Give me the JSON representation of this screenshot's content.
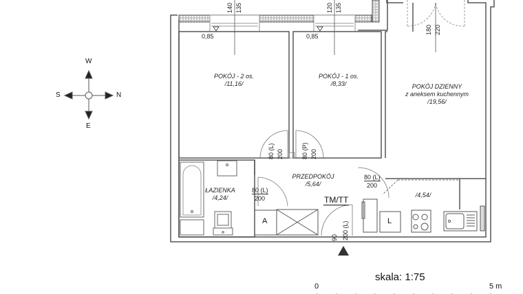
{
  "compass": {
    "top": "W",
    "left": "S",
    "right": "N",
    "bottom": "E"
  },
  "rooms": [
    {
      "id": "pokoj2",
      "name": "POKÓJ - 2 os.",
      "area": "/11,16/"
    },
    {
      "id": "pokoj1",
      "name": "POKÓJ - 1 os.",
      "area": "/8,33/"
    },
    {
      "id": "dzienny",
      "name": "POKÓJ DZIENNY",
      "subtitle": "z aneksem kuchennym",
      "area": "/19,56/"
    },
    {
      "id": "lazienka",
      "name": "ŁAZIENKA",
      "area": "/4,24/"
    },
    {
      "id": "przedpokoj",
      "name": "PRZEDPOKÓJ",
      "area": "/5,64/"
    },
    {
      "id": "aneks",
      "area": "/4,54/"
    }
  ],
  "windows": [
    {
      "width": "140",
      "height": "135",
      "sill": "0,85"
    },
    {
      "width": "120",
      "height": "135",
      "sill": "0,85"
    },
    {
      "width": "180",
      "height": "220"
    }
  ],
  "doors": [
    {
      "width": "80 (L)",
      "height": "200",
      "room": "pokoj2"
    },
    {
      "width": "80 (P)",
      "height": "200",
      "room": "pokoj1"
    },
    {
      "width": "80 (L)",
      "height": "200",
      "room": "lazienka"
    },
    {
      "width": "80 (L)",
      "height": "200",
      "room": "dzienny"
    },
    {
      "width": "90",
      "height": "200 (L)",
      "room": "entrance"
    }
  ],
  "fixtures": {
    "meter": "TM/TT",
    "box_a": "A",
    "box_l": "L"
  },
  "scale": {
    "title": "skala: 1:75",
    "start": "0",
    "end": "5 m"
  }
}
